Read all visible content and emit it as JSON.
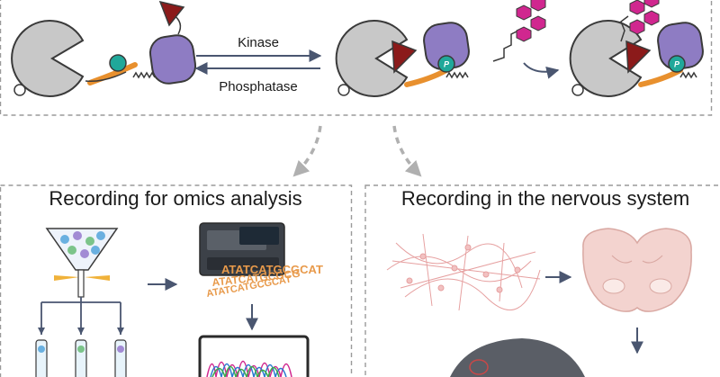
{
  "reaction": {
    "forward_label": "Kinase",
    "reverse_label": "Phosphatase",
    "phospho_mark": "P"
  },
  "panels": {
    "left_title": "Recording for omics analysis",
    "right_title": "Recording in the nervous system"
  },
  "sequence_fragments": [
    "ATATCATGCGCAT",
    "ATATCATGCGCG",
    "ATATCATGCGCAT"
  ],
  "colors": {
    "protein_gray": "#c8c8c8",
    "protein_stroke": "#3a3a3a",
    "purple_domain": "#8e7cc3",
    "triangle_red": "#8b1a1a",
    "phospho_teal": "#20a89a",
    "linker_orange": "#e8902e",
    "glycan_magenta": "#d0278f",
    "dashed_border": "#9a9a9a",
    "arrow_slate": "#4a5670",
    "neuron_pink": "#e6a0a0",
    "brain_pink": "#f3d3cf"
  },
  "icons": [
    "protein-complex-icon",
    "glycan-chain-icon",
    "flow-sorter-icon",
    "sequencer-icon",
    "trace-monitor-icon",
    "neuron-network-icon",
    "brain-section-icon",
    "mouse-icon"
  ]
}
